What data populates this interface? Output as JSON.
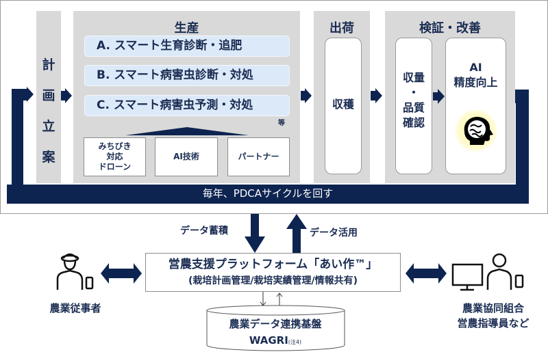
{
  "cycle": {
    "loop_label": "毎年、PDCAサイクルを回す",
    "plan": {
      "title_chars": [
        "計",
        "画",
        "立",
        "案"
      ]
    },
    "production": {
      "title": "生産",
      "items": [
        "A. スマート生育診断・追肥",
        "B. スマート病害虫診断・対処",
        "C. スマート病害虫予測・対処"
      ],
      "etc_label": "等",
      "foundations": [
        {
          "lines": [
            "みちびき",
            "対応",
            "ドローン"
          ]
        },
        {
          "lines": [
            "AI技術"
          ]
        },
        {
          "lines": [
            "パートナー"
          ]
        }
      ]
    },
    "shipping": {
      "title": "出荷",
      "box_label": "収穫"
    },
    "verification": {
      "title": "検証・改善",
      "check_lines": [
        "収量",
        "・",
        "品質",
        "確認"
      ],
      "ai_lines": [
        "AI",
        "精度向上"
      ],
      "ai_icon": "brain-head-icon",
      "glow_color": "#fff59a"
    }
  },
  "data_flow": {
    "accumulate_label": "データ蓄積",
    "utilize_label": "データ活用"
  },
  "platform": {
    "title": "営農支援プラットフォーム「あい作™」",
    "subtitle": "(栽培計画管理/栽培実績管理/情報共有)"
  },
  "database": {
    "title": "農業データ連携基盤",
    "name": "WAGRI",
    "note": "(注4)"
  },
  "actors": {
    "farmer": {
      "label": "農業従事者",
      "icon": "farmer-with-phone-icon"
    },
    "advisor": {
      "label_lines": [
        "農業協同組合",
        "営農指導員など"
      ],
      "icon": "person-with-monitor-and-phone-icon"
    }
  },
  "colors": {
    "navy": "#0e2450",
    "panel_gray": "#d9d9d9",
    "item_blue": "#dce9f8",
    "text_navy": "#1a2c52"
  }
}
